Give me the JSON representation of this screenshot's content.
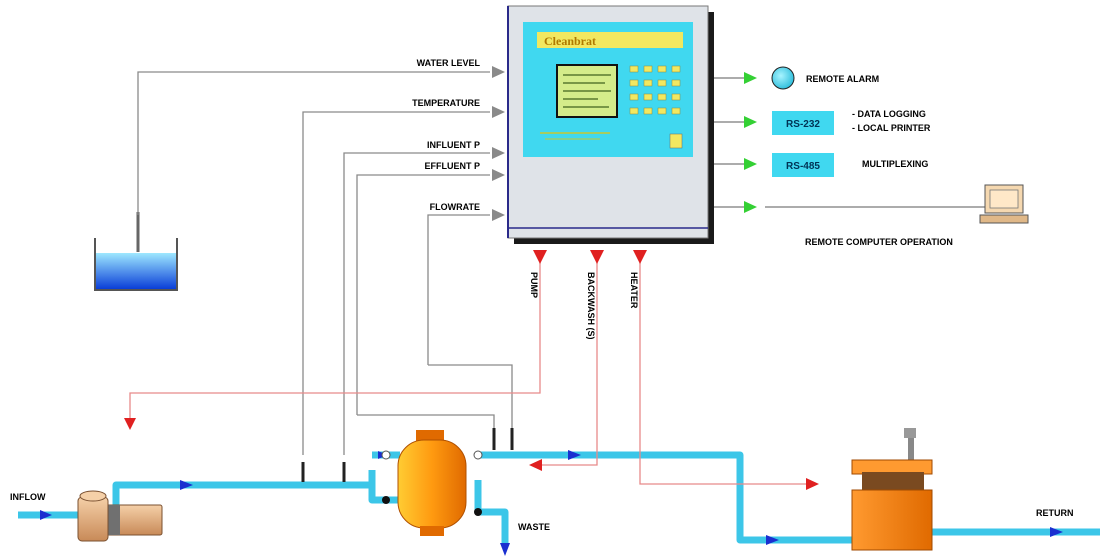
{
  "controller": {
    "brand": "Cleanbrat",
    "model": "",
    "inputs": [
      "WATER LEVEL",
      "TEMPERATURE",
      "INFLUENT P",
      "EFFLUENT P",
      "FLOWRATE"
    ],
    "outputs": [
      "PUMP",
      "BACKWASH (S)",
      "HEATER"
    ]
  },
  "comms": {
    "remote_alarm": "REMOTE ALARM",
    "rs232": "RS-232",
    "data_logging": "- DATA LOGGING",
    "local_printer": "- LOCAL  PRINTER",
    "rs485": "RS-485",
    "multiplexing": "MULTIPLEXING",
    "remote_computer": "REMOTE COMPUTER OPERATION"
  },
  "plant": {
    "inflow": "INFLOW",
    "waste": "WASTE",
    "return": "RETURN"
  },
  "colors": {
    "pipe": "#3cc6e8",
    "signal_in": "#888888",
    "signal_out": "#e05050",
    "arrow_blue": "#1a2fd0",
    "panel_face": "#40d8f0",
    "vessel": "#f08a10"
  }
}
